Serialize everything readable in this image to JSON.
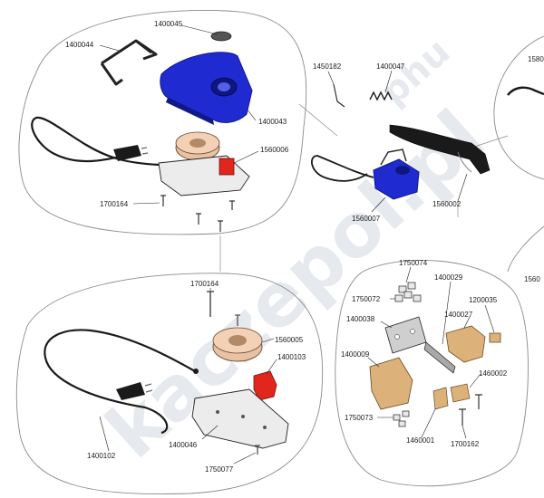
{
  "watermark": "kaczepol.pl",
  "watermark_suffix": "phu",
  "parts": [
    {
      "id": "p1400045",
      "code": "1400045"
    },
    {
      "id": "p1400044",
      "code": "1400044"
    },
    {
      "id": "p1400043",
      "code": "1400043"
    },
    {
      "id": "p1560006",
      "code": "1560006"
    },
    {
      "id": "p1700164a",
      "code": "1700164"
    },
    {
      "id": "p1450182",
      "code": "1450182"
    },
    {
      "id": "p1400047",
      "code": "1400047"
    },
    {
      "id": "p1560007",
      "code": "1560007"
    },
    {
      "id": "p1560002",
      "code": "1560002"
    },
    {
      "id": "p1580",
      "code": "1580"
    },
    {
      "id": "p1700164b",
      "code": "1700164"
    },
    {
      "id": "p1560005",
      "code": "1560005"
    },
    {
      "id": "p1400103",
      "code": "1400103"
    },
    {
      "id": "p1400102",
      "code": "1400102"
    },
    {
      "id": "p1400046",
      "code": "1400046"
    },
    {
      "id": "p1750077",
      "code": "1750077"
    },
    {
      "id": "p1750074",
      "code": "1750074"
    },
    {
      "id": "p1400029",
      "code": "1400029"
    },
    {
      "id": "p1750072",
      "code": "1750072"
    },
    {
      "id": "p1200035",
      "code": "1200035"
    },
    {
      "id": "p1400038",
      "code": "1400038"
    },
    {
      "id": "p1400027",
      "code": "1400027"
    },
    {
      "id": "p1400009",
      "code": "1400009"
    },
    {
      "id": "p1460002",
      "code": "1460002"
    },
    {
      "id": "p1750073",
      "code": "1750073"
    },
    {
      "id": "p1460001",
      "code": "1460001"
    },
    {
      "id": "p1700162",
      "code": "1700162"
    },
    {
      "id": "p1560",
      "code": "1560"
    }
  ],
  "colors": {
    "housing_blue": "#1f2bd0",
    "housing_dark": "#10188a",
    "coil": "#e9c2a3",
    "fuse_red": "#e0261d",
    "bracket_tan": "#dcb27a",
    "line": "#222222",
    "bubble": "#8a8a8a"
  }
}
